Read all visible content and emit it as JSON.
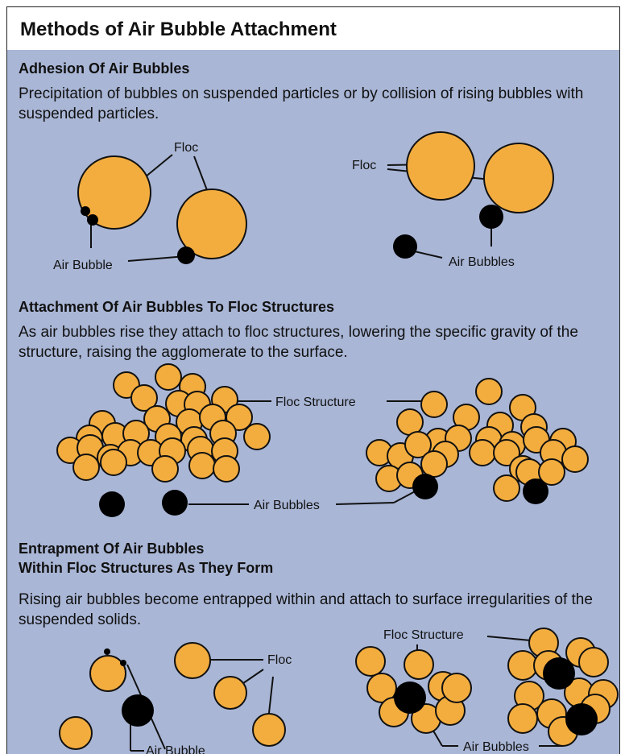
{
  "title": "Methods of Air Bubble Attachment",
  "colors": {
    "floc": "#f3ad3f",
    "bubble": "#000000",
    "panel": "#a9b6d6",
    "outline": "#111111"
  },
  "sections": [
    {
      "heading_lines": [
        "Adhesion Of Air Bubbles"
      ],
      "description": "Precipitation of bubbles on suspended particles or by collision of rising bubbles with suspended particles.",
      "labels": {
        "floc_left": "Floc",
        "air_bubble": "Air Bubble",
        "floc_right": "Floc",
        "air_bubbles": "Air Bubbles"
      }
    },
    {
      "heading_lines": [
        "Attachment Of Air Bubbles To Floc Structures"
      ],
      "description": "As air bubbles rise they attach to floc structures, lowering the specific gravity of the structure, raising the agglomerate to the surface.",
      "labels": {
        "floc_structure": "Floc Structure",
        "air_bubbles": "Air Bubbles"
      }
    },
    {
      "heading_lines": [
        "Entrapment Of Air Bubbles",
        "Within Floc Structures As They Form"
      ],
      "description": "Rising air bubbles become entrapped within and attach to surface irregularities of the suspended solids.",
      "labels": {
        "floc": "Floc",
        "air_bubble": "Air Bubble",
        "floc_structure": "Floc Structure",
        "air_bubbles": "Air Bubbles"
      }
    }
  ]
}
